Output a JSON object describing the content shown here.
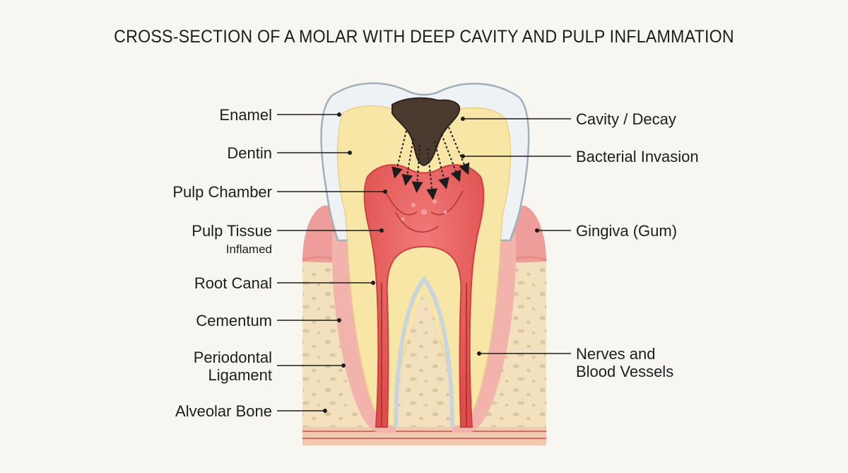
{
  "title": "CROSS-SECTION OF A MOLAR WITH DEEP CAVITY AND PULP INFLAMMATION",
  "labels_left": {
    "enamel": "Enamel",
    "dentin": "Dentin",
    "pulp_chamber": "Pulp Chamber",
    "pulp_tissue": "Pulp Tissue",
    "pulp_tissue_note": "Inflamed",
    "root_canal": "Root Canal",
    "cementum": "Cementum",
    "periodontal_ligament_1": "Periodontal",
    "periodontal_ligament_2": "Ligament",
    "alveolar_bone": "Alveolar Bone"
  },
  "labels_right": {
    "cavity": "Cavity / Decay",
    "bacterial_invasion": "Bacterial Invasion",
    "gingiva": "Gingiva (Gum)",
    "nerves_1": "Nerves and",
    "nerves_2": "Blood Vessels"
  },
  "colors": {
    "background": "#f7f6f1",
    "enamel": "#eef2f4",
    "dentin": "#f8e6a6",
    "pulp": "#e2504f",
    "gingiva": "#ef9d9b",
    "bone": "#f3e0bd",
    "decay": "#4a3a30"
  }
}
